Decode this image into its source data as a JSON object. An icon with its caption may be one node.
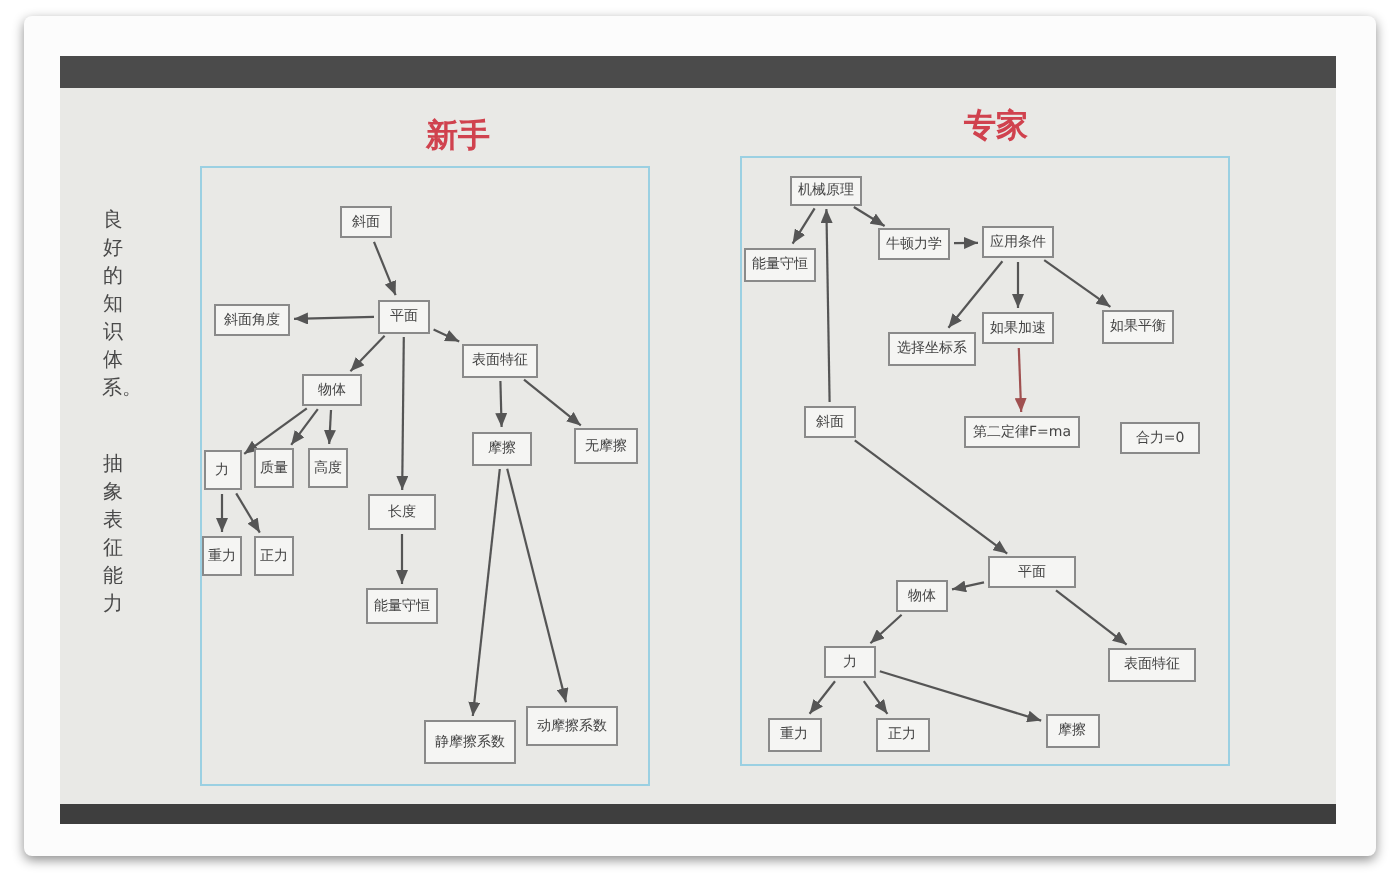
{
  "diagram": {
    "nodes": [
      {
        "text": [
          "新手"
        ]
      },
      {
        "text": [
          "斜面"
        ],
        "in": 0
      },
      {
        "text": [
          "斜面角度"
        ],
        "in": 0
      },
      {
        "text": [
          "平面"
        ],
        "in": 0
      },
      {
        "text": [
          "表面特征"
        ],
        "in": 0
      },
      {
        "text": [
          "物体"
        ],
        "in": 0
      },
      {
        "text": [
          "力"
        ],
        "in": 0
      },
      {
        "text": [
          "质量"
        ],
        "in": 0
      },
      {
        "text": [
          "高度"
        ],
        "in": 0
      },
      {
        "text": [
          "摩擦"
        ],
        "in": 0
      },
      {
        "text": [
          "无摩擦"
        ],
        "in": 0
      },
      {
        "text": [
          "长度"
        ],
        "in": 0
      },
      {
        "text": [
          "重力"
        ],
        "in": 0
      },
      {
        "text": [
          "正力"
        ],
        "in": 0
      },
      {
        "text": [
          "能量守恒"
        ],
        "in": 0
      },
      {
        "text": [
          "静摩擦系数"
        ],
        "in": 0
      },
      {
        "text": [
          "动摩擦系数"
        ],
        "in": 0
      },
      {
        "text": [
          "专家"
        ]
      },
      {
        "text": [
          "机械原理"
        ],
        "in": 17
      },
      {
        "text": [
          "能量守恒"
        ],
        "in": 17
      },
      {
        "text": [
          "牛顿力学"
        ],
        "in": 17
      },
      {
        "text": [
          "应用条件"
        ],
        "in": 17
      },
      {
        "text": [
          "选择坐标系"
        ],
        "in": 17
      },
      {
        "text": [
          "如果加速"
        ],
        "in": 17
      },
      {
        "text": [
          "如果平衡"
        ],
        "in": 17
      },
      {
        "text": [
          "斜面"
        ],
        "in": 17
      },
      {
        "text": [
          "第二定律F=ma"
        ],
        "in": 17
      },
      {
        "text": [
          "合力=0"
        ],
        "in": 17
      },
      {
        "text": [
          "平面"
        ],
        "in": 17
      },
      {
        "text": [
          "物体"
        ],
        "in": 17
      },
      {
        "text": [
          "力"
        ],
        "in": 17
      },
      {
        "text": [
          "表面特征"
        ],
        "in": 17
      },
      {
        "text": [
          "重力"
        ],
        "in": 17
      },
      {
        "text": [
          "正力"
        ],
        "in": 17
      },
      {
        "text": [
          "摩擦"
        ],
        "in": 17
      }
    ],
    "edges": [
      {
        "from": 1,
        "to": 3,
        "arrow": "to"
      },
      {
        "from": 3,
        "to": 2,
        "arrow": "to"
      },
      {
        "from": 3,
        "to": 5,
        "arrow": "to"
      },
      {
        "from": 3,
        "to": 11,
        "arrow": "to"
      },
      {
        "from": 3,
        "to": 4,
        "arrow": "to"
      },
      {
        "from": 5,
        "to": 6,
        "arrow": "to"
      },
      {
        "from": 5,
        "to": 7,
        "arrow": "to"
      },
      {
        "from": 5,
        "to": 8,
        "arrow": "to"
      },
      {
        "from": 6,
        "to": 12,
        "arrow": "to"
      },
      {
        "from": 6,
        "to": 13,
        "arrow": "to"
      },
      {
        "from": 11,
        "to": 14,
        "arrow": "to"
      },
      {
        "from": 4,
        "to": 9,
        "arrow": "to"
      },
      {
        "from": 4,
        "to": 10,
        "arrow": "to"
      },
      {
        "from": 9,
        "to": 15,
        "arrow": "to"
      },
      {
        "from": 9,
        "to": 16,
        "arrow": "to"
      },
      {
        "from": 18,
        "to": 19,
        "arrow": "to"
      },
      {
        "from": 18,
        "to": 20,
        "arrow": "to"
      },
      {
        "from": 20,
        "to": 21,
        "arrow": "to"
      },
      {
        "from": 21,
        "to": 22,
        "arrow": "to"
      },
      {
        "from": 21,
        "to": 23,
        "arrow": "to"
      },
      {
        "from": 21,
        "to": 24,
        "arrow": "to"
      },
      {
        "from": 23,
        "to": 26,
        "arrow": "to",
        "color": "#a05050"
      },
      {
        "from": 25,
        "to": 18,
        "arrow": "to"
      },
      {
        "from": 25,
        "to": 28,
        "arrow": "to"
      },
      {
        "from": 28,
        "to": 29,
        "arrow": "to"
      },
      {
        "from": 28,
        "to": 31,
        "arrow": "to"
      },
      {
        "from": 29,
        "to": 30,
        "arrow": "to"
      },
      {
        "from": 30,
        "to": 32,
        "arrow": "to"
      },
      {
        "from": 30,
        "to": 33,
        "arrow": "to"
      },
      {
        "from": 30,
        "to": 34,
        "arrow": "to"
      }
    ],
    "labels": [
      "良好的知识体系。",
      "抽象表征能力"
    ]
  }
}
